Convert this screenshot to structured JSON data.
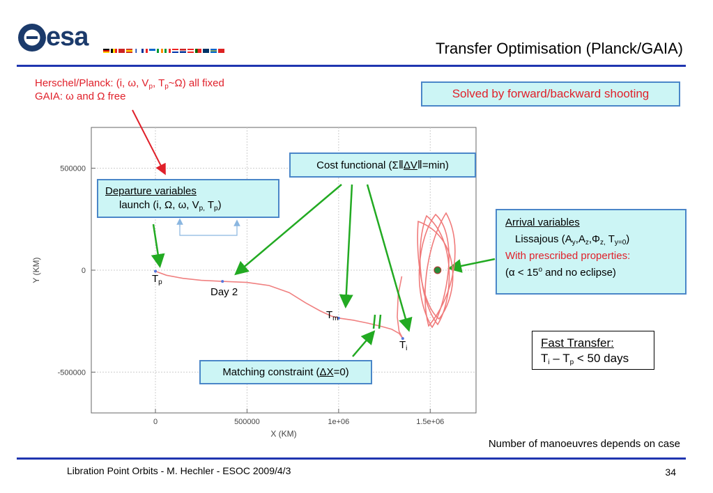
{
  "header": {
    "logo_text": "esa",
    "title": "Transfer Optimisation (Planck/GAIA)"
  },
  "note": {
    "line1_prefix": "Herschel/Planck: (i, ω, V",
    "line1_sub1": "p",
    "line1_mid": ", T",
    "line1_sub2": "p",
    "line1_suffix": "~Ω) all fixed",
    "line2": "GAIA: ω and Ω free"
  },
  "solved": "Solved by forward/backward shooting",
  "departure": {
    "heading": "Departure variables",
    "prefix": "launch  (i, Ω, ω, V",
    "sub1": "p,",
    "mid": " T",
    "sub2": "p",
    "suffix": ")"
  },
  "cost": {
    "prefix": "Cost functional (Σ",
    "dv": "ΔV",
    "suffix": "=min)"
  },
  "arrival": {
    "heading": "Arrival variables",
    "lissajous_prefix": "Lissajous (A",
    "s1": "y",
    "a2": ",A",
    "s2": "z",
    "a3": ",Φ",
    "s3": "z,",
    "a4": " T",
    "s4": "y=0",
    "lissajous_suffix": ")",
    "prescribed": "With prescribed properties:",
    "cond_prefix": "(α < 15",
    "cond_sup": "o",
    "cond_suffix": " and no eclipse)"
  },
  "matching": {
    "prefix": "Matching constraint (",
    "dx": "ΔX",
    "suffix": "=0)"
  },
  "fast": {
    "heading": "Fast Transfer:",
    "t1": "T",
    "s1": "i",
    "mid": " – T",
    "s2": "p",
    "suffix": " < 50 days"
  },
  "points": {
    "tp": "T",
    "tp_sub": "p",
    "day2": "Day 2",
    "tm": "T",
    "tm_sub": "m",
    "ti": "T",
    "ti_sub": "i"
  },
  "chart_data": {
    "type": "line",
    "xlabel": "X (KM)",
    "ylabel": "Y (KM)",
    "xlim": [
      -350000,
      1750000
    ],
    "ylim": [
      -700000,
      700000
    ],
    "x_ticks": [
      0,
      500000,
      1000000,
      1500000
    ],
    "x_tick_labels": [
      "0",
      "500000",
      "1e+06",
      "1.5e+06"
    ],
    "y_ticks": [
      -500000,
      0,
      500000
    ],
    "y_tick_labels": [
      "-500000",
      "0",
      "500000"
    ],
    "grid": true,
    "series": [
      {
        "x": [
          0,
          60000,
          150000,
          250000,
          366000,
          500000,
          620000,
          730000,
          820000,
          900000,
          960000,
          1000000,
          1080000,
          1160000,
          1230000,
          1290000,
          1330000,
          1350000,
          1330000,
          1320000,
          1325000,
          1345000
        ],
        "y": [
          -5000,
          -25000,
          -40000,
          -50000,
          -55000,
          -60000,
          -75000,
          -110000,
          -160000,
          -200000,
          -225000,
          -235000,
          -245000,
          -260000,
          -275000,
          -290000,
          -310000,
          -335000,
          -300000,
          -230000,
          -120000,
          -30000
        ],
        "color": "#f08080"
      }
    ],
    "markers": [
      {
        "x": 0,
        "y": -5000
      },
      {
        "x": 366000,
        "y": -55000
      },
      {
        "x": 1000000,
        "y": -235000
      },
      {
        "x": 1350000,
        "y": -335000
      }
    ],
    "arrival_point": {
      "x": 1540000,
      "y": 0,
      "color": "#2a8a3a"
    }
  },
  "footer": {
    "left": "Libration Point Orbits -  M. Hechler - ESOC 2009/4/3",
    "page": "34",
    "manoeuvres": "Number of manoeuvres depends on case"
  }
}
